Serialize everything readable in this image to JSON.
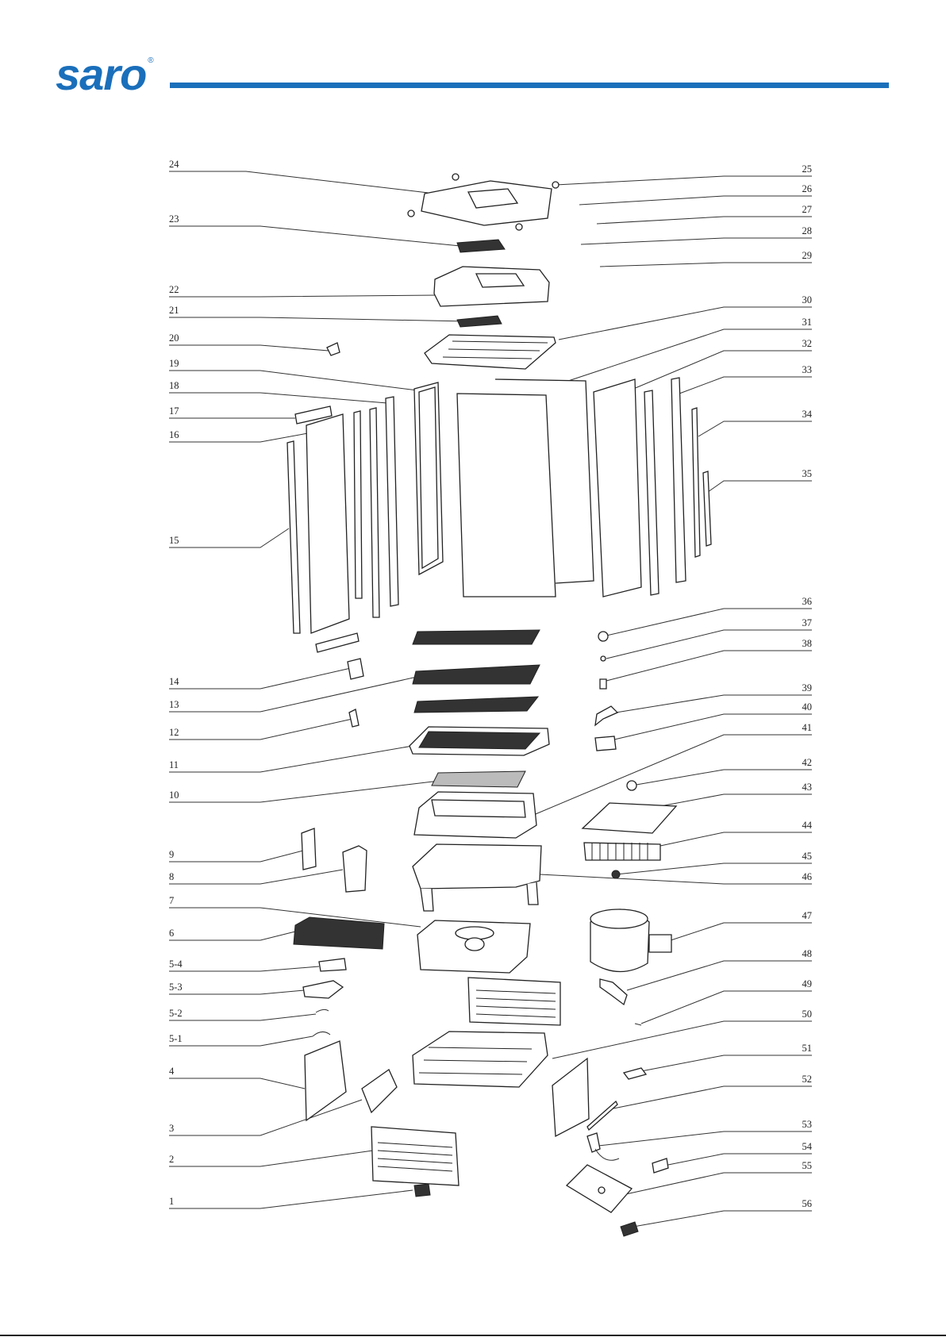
{
  "brand": {
    "logo_text": "saro",
    "registered_mark": "®",
    "accent_color": "#1a6fbb"
  },
  "callouts": {
    "left": [
      "24",
      "23",
      "22",
      "21",
      "20",
      "19",
      "18",
      "17",
      "16",
      "15",
      "14",
      "13",
      "12",
      "11",
      "10",
      "9",
      "8",
      "7",
      "6",
      "5-4",
      "5-3",
      "5-2",
      "5-1",
      "4",
      "3",
      "2",
      "1"
    ],
    "right": [
      "25",
      "26",
      "27",
      "28",
      "29",
      "30",
      "31",
      "32",
      "33",
      "34",
      "35",
      "36",
      "37",
      "38",
      "39",
      "40",
      "41",
      "42",
      "43",
      "44",
      "45",
      "46",
      "47",
      "48",
      "49",
      "50",
      "51",
      "52",
      "53",
      "54",
      "55",
      "56"
    ]
  }
}
